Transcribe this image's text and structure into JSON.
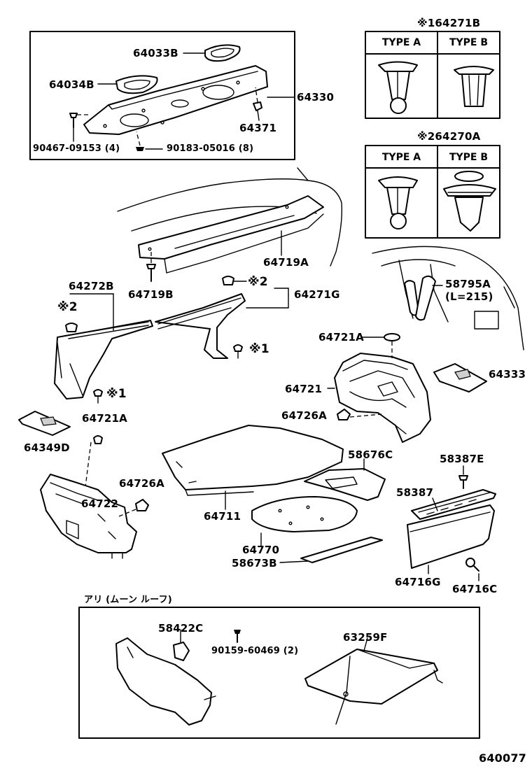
{
  "diagram": {
    "code": "640077",
    "box1": {
      "labels": {
        "p64033B": "64033B",
        "p64034B": "64034B",
        "p64330": "64330",
        "p64371": "64371",
        "p90467": "90467-09153 (4)",
        "p90183": "90183-05016 (8)"
      }
    },
    "type_table_1": {
      "mark": "※1",
      "part": "64271B",
      "type_a": "TYPE A",
      "type_b": "TYPE B"
    },
    "type_table_2": {
      "mark": "※2",
      "part": "64270A",
      "type_a": "TYPE A",
      "type_b": "TYPE B"
    },
    "labels": {
      "p64719A": "64719A",
      "p64719B": "64719B",
      "p64272B": "64272B",
      "mark2_left": "※2",
      "mark2_mid": "※2",
      "p64271G": "64271G",
      "mark1_mid": "※1",
      "mark1_left": "※1",
      "p58795A": "58795A",
      "p58795A_len": "(L=215)",
      "p64721A_right": "64721A",
      "p64333": "64333",
      "p64721": "64721",
      "p64726A_right": "64726A",
      "p64721A_left": "64721A",
      "p64349D": "64349D",
      "p64726A_left": "64726A",
      "p64722": "64722",
      "p64711": "64711",
      "p58676C": "58676C",
      "p58387E": "58387E",
      "p58387": "58387",
      "p64770": "64770",
      "p58673B": "58673B",
      "p64716G": "64716G",
      "p64716C": "64716C"
    },
    "box2": {
      "caption": "アリ (ムーン ルーフ)",
      "labels": {
        "p58422C": "58422C",
        "p90159": "90159-60469 (2)",
        "p63259F": "63259F"
      }
    }
  }
}
